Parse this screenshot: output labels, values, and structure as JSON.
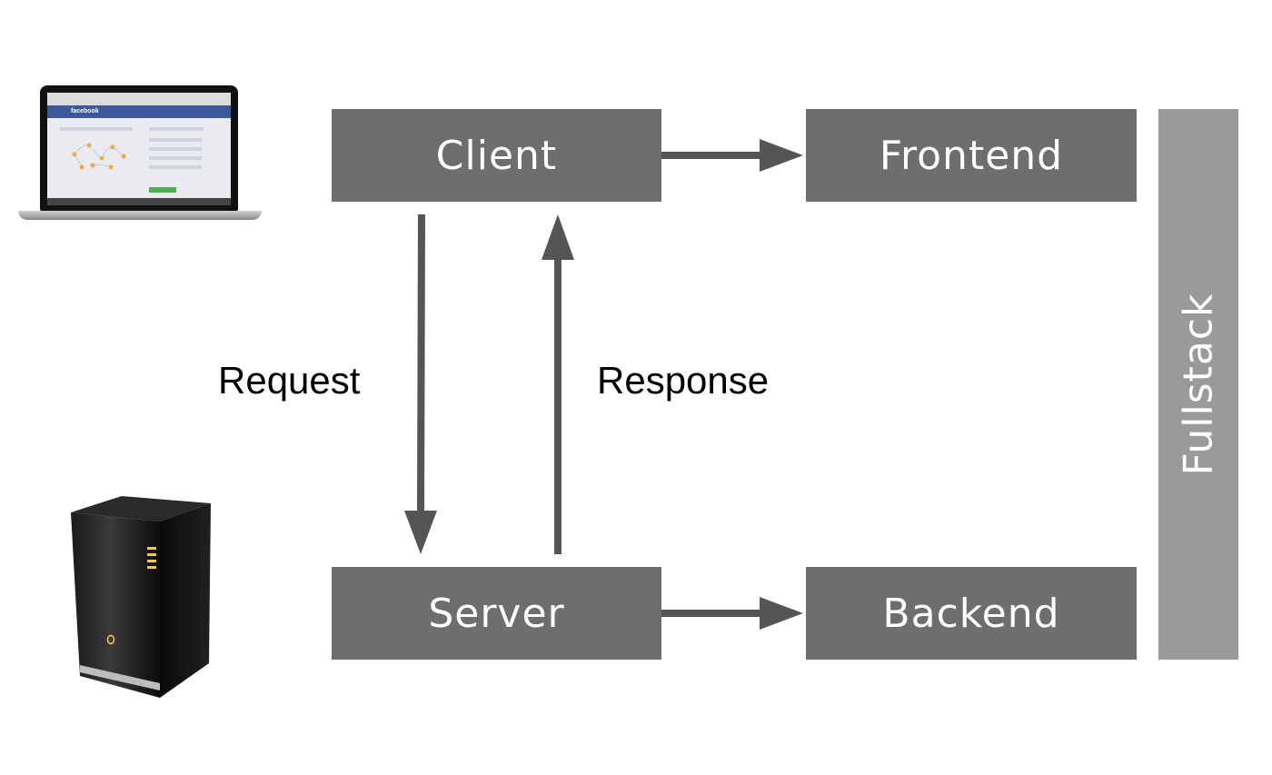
{
  "boxes": {
    "client": "Client",
    "frontend": "Frontend",
    "server": "Server",
    "backend": "Backend",
    "fullstack": "Fullstack"
  },
  "labels": {
    "request": "Request",
    "response": "Response"
  },
  "laptop": {
    "brand": "facebook"
  },
  "colors": {
    "box": "#6e6e6e",
    "fullstack": "#9a9a9a",
    "arrow": "#555555"
  },
  "icons": [
    "laptop-icon",
    "server-tower-icon"
  ]
}
